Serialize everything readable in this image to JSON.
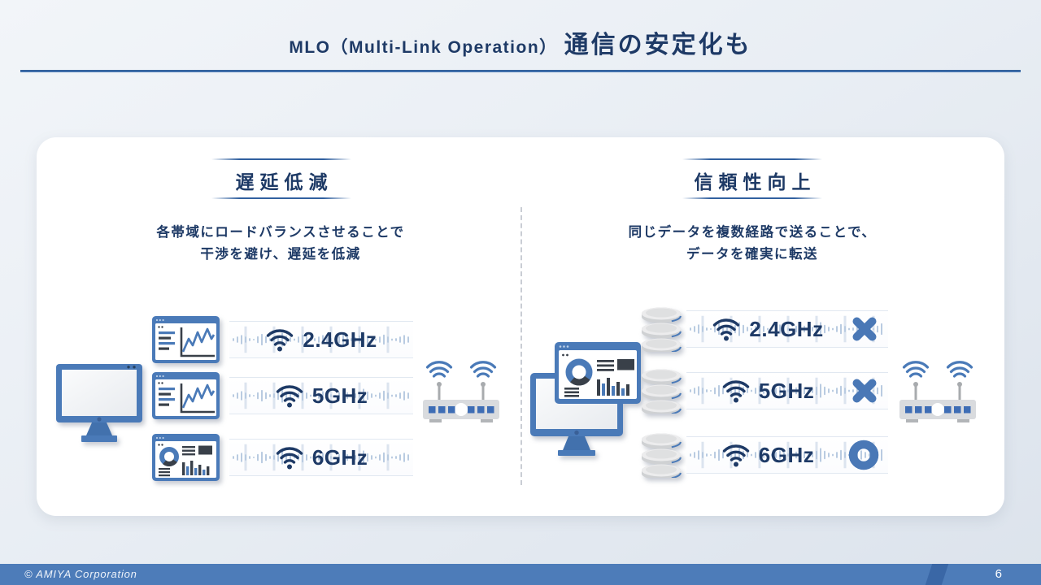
{
  "colors": {
    "accent_blue": "#4a7ab8",
    "navy": "#1e3a66",
    "icon_dark": "#394049",
    "waveform_bar": "#b9cbe1",
    "waveform_bar_tall": "#dce4ef",
    "footer_bar": "#4d7cb9",
    "footer_stripe": "#3a67a6"
  },
  "title": {
    "prefix": "MLO（Multi-Link Operation）",
    "main": "通信の安定化も"
  },
  "panel": {
    "left": {
      "header": "遅延低減",
      "description": [
        "各帯域にロードバランスさせることで",
        "干渉を避け、遅延を低減"
      ],
      "rows": [
        {
          "band": "2.4GHz",
          "icon": "line-chart-window-icon"
        },
        {
          "band": "5GHz",
          "icon": "line-chart-window-icon"
        },
        {
          "band": "6GHz",
          "icon": "dashboard-window-icon"
        }
      ],
      "source_icon": "monitor-icon",
      "target_icon": "router-icon"
    },
    "right": {
      "header": "信頼性向上",
      "description": [
        "同じデータを複数経路で送ることで、",
        "データを確実に転送"
      ],
      "rows": [
        {
          "band": "2.4GHz",
          "result": "cross"
        },
        {
          "band": "5GHz",
          "result": "cross"
        },
        {
          "band": "6GHz",
          "result": "circle"
        }
      ],
      "source_icon": "monitor-dashboard-icon",
      "target_icon": "router-icon"
    }
  },
  "footer": {
    "copyright": "© AMIYA Corporation",
    "page_number": "6"
  }
}
